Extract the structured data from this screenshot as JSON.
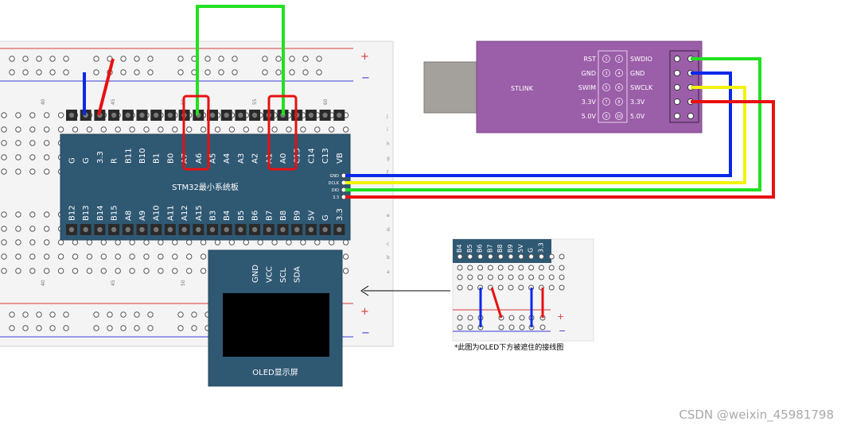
{
  "stm32": {
    "title": "STM32最小系统板",
    "top_pins": [
      "G",
      "G",
      "3.3",
      "R",
      "B11",
      "B10",
      "B1",
      "B0",
      "A7",
      "A6",
      "A5",
      "A4",
      "A3",
      "A2",
      "A1",
      "A0",
      "C15",
      "C14",
      "C13",
      "VB"
    ],
    "bottom_pins": [
      "B12",
      "B13",
      "B14",
      "B15",
      "A8",
      "A9",
      "A10",
      "A11",
      "A12",
      "A15",
      "B3",
      "B4",
      "B5",
      "B6",
      "B7",
      "B8",
      "B9",
      "5V",
      "G",
      "3.3"
    ],
    "swd_pins": [
      "GND",
      "DCLK",
      "DIO",
      "3.3"
    ]
  },
  "oled": {
    "title": "OLED显示屏",
    "pins": [
      "GND",
      "VCC",
      "SCL",
      "SDA"
    ]
  },
  "stlink": {
    "title": "STLINK",
    "left_labels": [
      "RST",
      "GND",
      "SWIM",
      "3.3V",
      "5.0V"
    ],
    "right_labels": [
      "SWDIO",
      "GND",
      "SWCLK",
      "3.3V",
      "5.0V"
    ],
    "left_numbers": [
      "1",
      "3",
      "5",
      "7",
      "9"
    ],
    "right_numbers": [
      "2",
      "4",
      "6",
      "8",
      "10"
    ]
  },
  "breadboard": {
    "column_numbers_top": [
      "40",
      "45",
      "50",
      "55",
      "60"
    ],
    "column_numbers_bottom": [
      "40",
      "45",
      "50"
    ],
    "row_letters_top": [
      "j",
      "i",
      "h",
      "g",
      "f"
    ],
    "row_letters_bottom": [
      "e",
      "d",
      "c",
      "b",
      "a"
    ],
    "plus": "+",
    "minus": "−"
  },
  "inset": {
    "pins": [
      "B4",
      "B5",
      "B6",
      "B7",
      "B8",
      "B9",
      "5V",
      "G",
      "3.3"
    ],
    "caption": "*此图为OLED下方被遮住的接线图",
    "plus": "+",
    "minus": "−"
  },
  "wire_colors": {
    "green": "#22e022",
    "blue": "#0a28e8",
    "red": "#e81010",
    "yellow": "#f2f20a"
  },
  "watermark": "CSDN @weixin_45981798"
}
